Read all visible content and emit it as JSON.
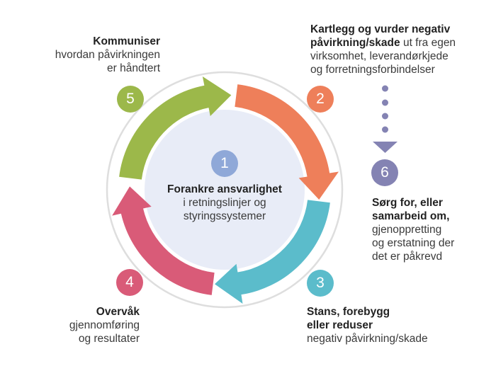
{
  "colors": {
    "step1": "#8fa8d8",
    "step2": "#ee7f5a",
    "step3": "#5bbccb",
    "step4": "#d95b78",
    "step5": "#9cb84a",
    "step6": "#8483b3",
    "ring": "#dedede",
    "core": "#e8ecf7"
  },
  "steps": [
    {
      "number": "1",
      "bold": "Forankre ansvarlighet",
      "lines": [
        "i retningslinjer og",
        "styringssystemer"
      ]
    },
    {
      "number": "2",
      "bold_lines": [
        "Kartlegg og vurder negativ",
        "påvirkning/skade"
      ],
      "inline_rest": " ut fra egen",
      "lines": [
        "virksomhet, leverandørkjede",
        "og forretningsforbindelser"
      ]
    },
    {
      "number": "3",
      "bold_lines": [
        "Stans, forebygg",
        "eller reduser"
      ],
      "lines": [
        "negativ påvirkning/skade"
      ]
    },
    {
      "number": "4",
      "bold_lines": [
        "Overvåk"
      ],
      "lines": [
        "gjennomføring",
        "og resultater"
      ]
    },
    {
      "number": "5",
      "bold_lines": [
        "Kommuniser"
      ],
      "lines": [
        "hvordan påvirkningen",
        "er håndtert"
      ]
    },
    {
      "number": "6",
      "bold_lines": [
        "Sørg for, eller",
        "samarbeid om,"
      ],
      "lines": [
        "gjenoppretting",
        "og erstatning der",
        "det er påkrevd"
      ]
    }
  ]
}
